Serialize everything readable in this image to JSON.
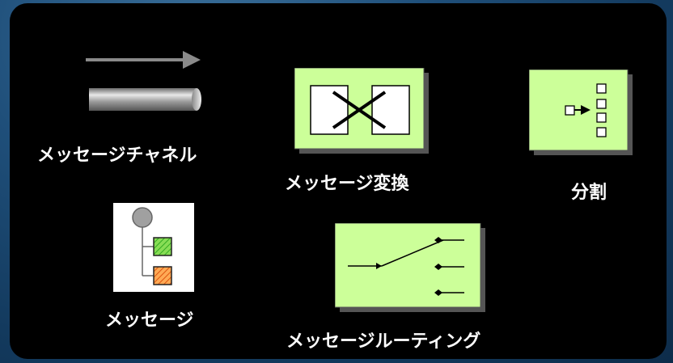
{
  "labels": {
    "channel": "メッセージチャネル",
    "translator": "メッセージ変換",
    "splitter": "分割",
    "message": "メッセージ",
    "router": "メッセージルーティング"
  },
  "colors": {
    "icon_fill": "#ccff99",
    "node_green": "#66cc33",
    "node_orange": "#ff8833",
    "node_gray": "#a0a0a0"
  }
}
